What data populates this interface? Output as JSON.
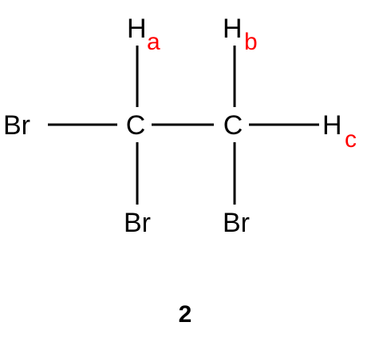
{
  "molecule": {
    "atoms": {
      "br_left": "Br",
      "c1": "C",
      "c2": "C",
      "br_c1": "Br",
      "br_c2": "Br",
      "h_a": "H",
      "h_b": "H",
      "h_c": "H"
    },
    "labels": {
      "a": "a",
      "b": "b",
      "c": "c"
    },
    "compound_number": "2"
  },
  "colors": {
    "bond": "#000000",
    "atom_text": "#000000",
    "proton_label": "#ff0000"
  }
}
